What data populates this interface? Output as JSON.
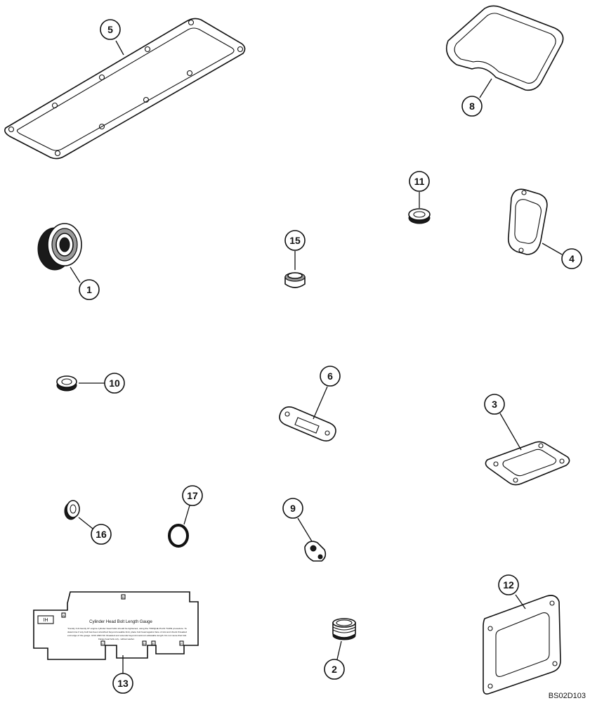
{
  "diagram": {
    "callouts": {
      "c1": "1",
      "c2": "2",
      "c3": "3",
      "c4": "4",
      "c5": "5",
      "c6": "6",
      "c8": "8",
      "c9": "9",
      "c10": "10",
      "c11": "11",
      "c12": "12",
      "c13": "13",
      "c15": "15",
      "c16": "16",
      "c17": "17"
    },
    "gauge": {
      "title": "Cylinder Head Bolt Length Gauge",
      "body_line_1": "\"Family II & Family III\" engine cylinder head bolts should be tightened, using the TORQUE PLUS TURN procedure. To",
      "body_line_2": "determine if any bolt has been stretched beyond useable limit, place bolt head against face of slot and check threaded",
      "body_line_3": "end edge of the gauge. UNC AND NC threaded end extends beyond maximum allowable length. Do not reuse that bolt.",
      "body_line_4": "Flange head bolts only - without washer.",
      "slot_a": "A",
      "slot_b": "B",
      "slot_c": "C",
      "slot_d": "D",
      "slot_e": "E",
      "slot_f": "F"
    },
    "drawing_code": "BS02D103"
  }
}
